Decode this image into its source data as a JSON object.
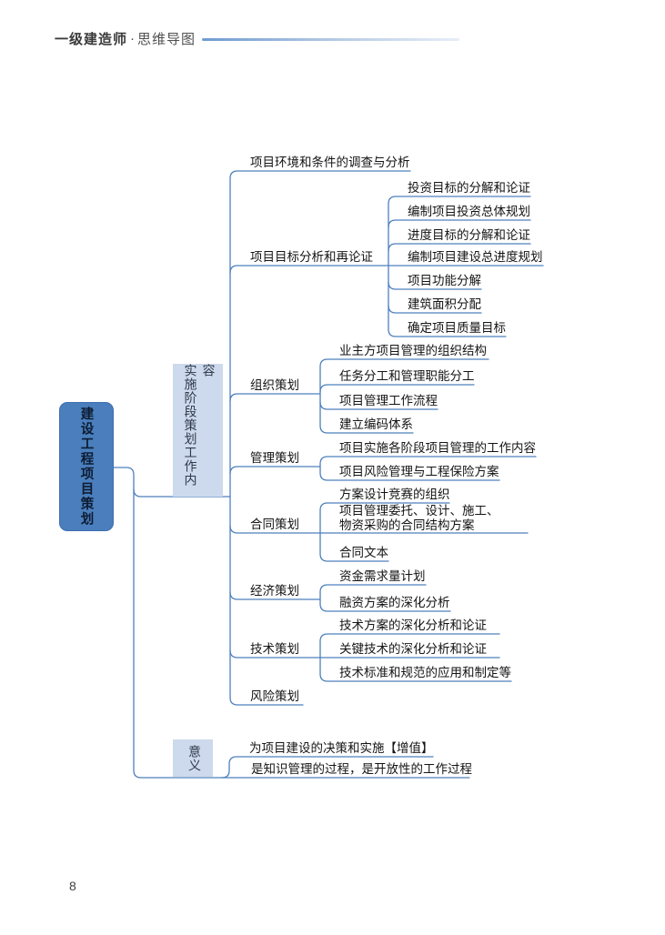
{
  "header": {
    "title_left": "一级建造师",
    "separator": "·",
    "title_right": "思维导图"
  },
  "footer": {
    "page_number": "8"
  },
  "colors": {
    "root_fill": "#4a7ebc",
    "branch_fill": "#cdd9ec",
    "line": "#4e80bd"
  },
  "root": {
    "label": "建设工程项目策划"
  },
  "branches": [
    {
      "label": "实施阶段策划工作内容",
      "children": [
        {
          "label": "项目环境和条件的调查与分析",
          "children": []
        },
        {
          "label": "项目目标分析和再论证",
          "children": [
            {
              "label": "投资目标的分解和论证"
            },
            {
              "label": "编制项目投资总体规划"
            },
            {
              "label": "进度目标的分解和论证"
            },
            {
              "label": "编制项目建设总进度规划"
            },
            {
              "label": "项目功能分解"
            },
            {
              "label": "建筑面积分配"
            },
            {
              "label": "确定项目质量目标"
            }
          ]
        },
        {
          "label": "组织策划",
          "children": [
            {
              "label": "业主方项目管理的组织结构"
            },
            {
              "label": "任务分工和管理职能分工"
            },
            {
              "label": "项目管理工作流程"
            },
            {
              "label": "建立编码体系"
            }
          ]
        },
        {
          "label": "管理策划",
          "children": [
            {
              "label": "项目实施各阶段项目管理的工作内容"
            },
            {
              "label": "项目风险管理与工程保险方案"
            }
          ]
        },
        {
          "label": "合同策划",
          "children": [
            {
              "label": "方案设计竞赛的组织"
            },
            {
              "label": "项目管理委托、设计、施工、物资采购的合同结构方案"
            },
            {
              "label": "合同文本"
            }
          ]
        },
        {
          "label": "经济策划",
          "children": [
            {
              "label": "资金需求量计划"
            },
            {
              "label": "融资方案的深化分析"
            }
          ]
        },
        {
          "label": "技术策划",
          "children": [
            {
              "label": "技术方案的深化分析和论证"
            },
            {
              "label": "关键技术的深化分析和论证"
            },
            {
              "label": "技术标准和规范的应用和制定等"
            }
          ]
        },
        {
          "label": "风险策划",
          "children": []
        }
      ]
    },
    {
      "label": "意义",
      "children": [
        {
          "label": "为项目建设的决策和实施【增值】"
        },
        {
          "label": "是知识管理的过程，是开放性的工作过程"
        }
      ]
    }
  ]
}
